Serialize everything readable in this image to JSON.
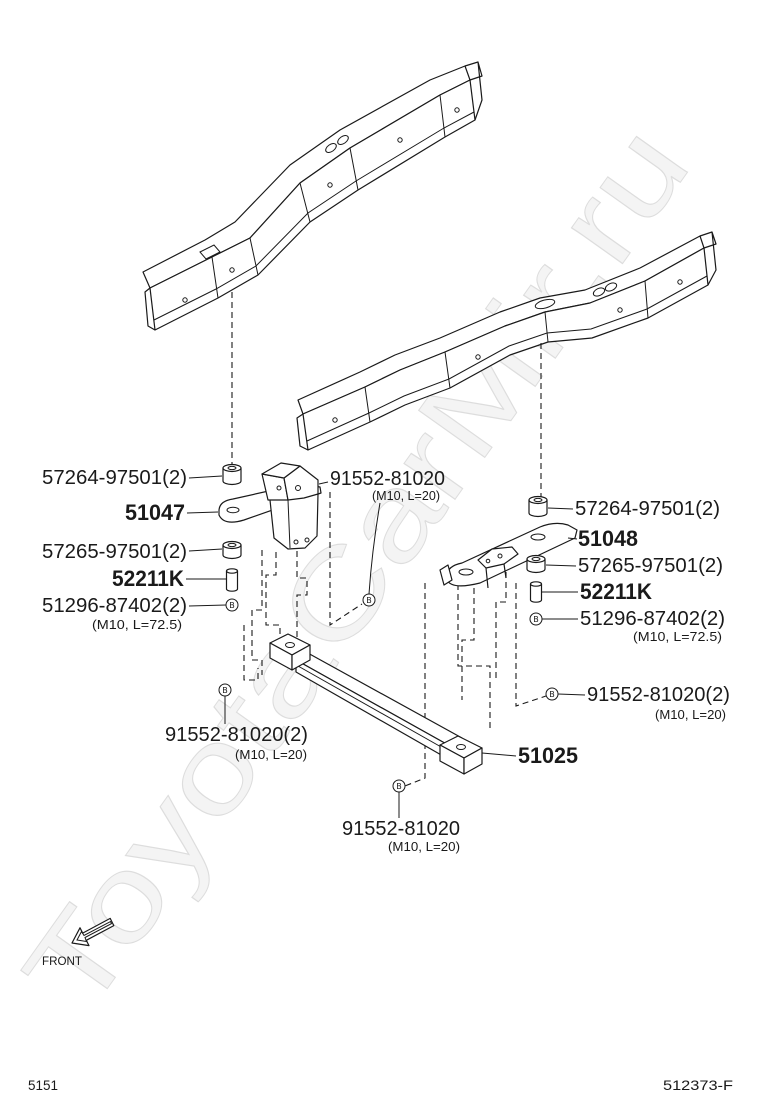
{
  "watermark": "ToyotaCarMir.ru",
  "labels": {
    "upper_cushion_left": "57264-97501(2)",
    "bracket_left": "51047",
    "bolt_upper": "91552-81020",
    "bolt_upper_spec": "(M10, L=20)",
    "upper_cushion_right": "57264-97501(2)",
    "bracket_right": "51048",
    "lower_cushion_left": "57265-97501(2)",
    "lower_cushion_right": "57265-97501(2)",
    "collar_left": "52211K",
    "collar_right": "52211K",
    "bolt_cushion_left": "51296-87402(2)",
    "bolt_cushion_left_spec": "(M10, L=72.5)",
    "bolt_cushion_right": "51296-87402(2)",
    "bolt_cushion_right_spec": "(M10, L=72.5)",
    "bolt_right": "91552-81020(2)",
    "bolt_right_spec": "(M10, L=20)",
    "bolt_left": "91552-81020(2)",
    "bolt_left_spec": "(M10, L=20)",
    "crossmember": "51025",
    "bolt_bottom": "91552-81020",
    "bolt_bottom_spec": "(M10, L=20)"
  },
  "bolt_marker": "B",
  "front_label": "FRONT",
  "page_number": "5151",
  "illustration_id": "512373-F",
  "colors": {
    "line": "#1a1a1a",
    "background": "#ffffff",
    "watermark_fill": "#f4f4f4",
    "watermark_stroke": "#dddddd"
  }
}
